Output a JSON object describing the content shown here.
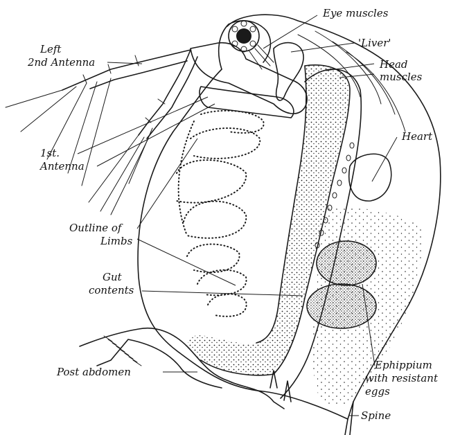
{
  "labels": {
    "eye_muscles": "Eye muscles",
    "liver": "'Liver'",
    "head_muscles_1": "Head",
    "head_muscles_2": "muscles",
    "left_antenna_1": "Left",
    "left_antenna_2": "2nd Antenna",
    "heart": "Heart",
    "first_antenna_1": "1st.",
    "first_antenna_2": "Antenna",
    "outline_limbs_1": "Outline of",
    "outline_limbs_2": "Limbs",
    "gut_1": "Gut",
    "gut_2": "contents",
    "post_abdomen": "Post abdomen",
    "ephippium_1": "Ephippium",
    "ephippium_2": "with resistant",
    "ephippium_3": "eggs",
    "spine": "Spine"
  },
  "colors": {
    "ink": "#1a1a1a",
    "paper": "#ffffff"
  }
}
